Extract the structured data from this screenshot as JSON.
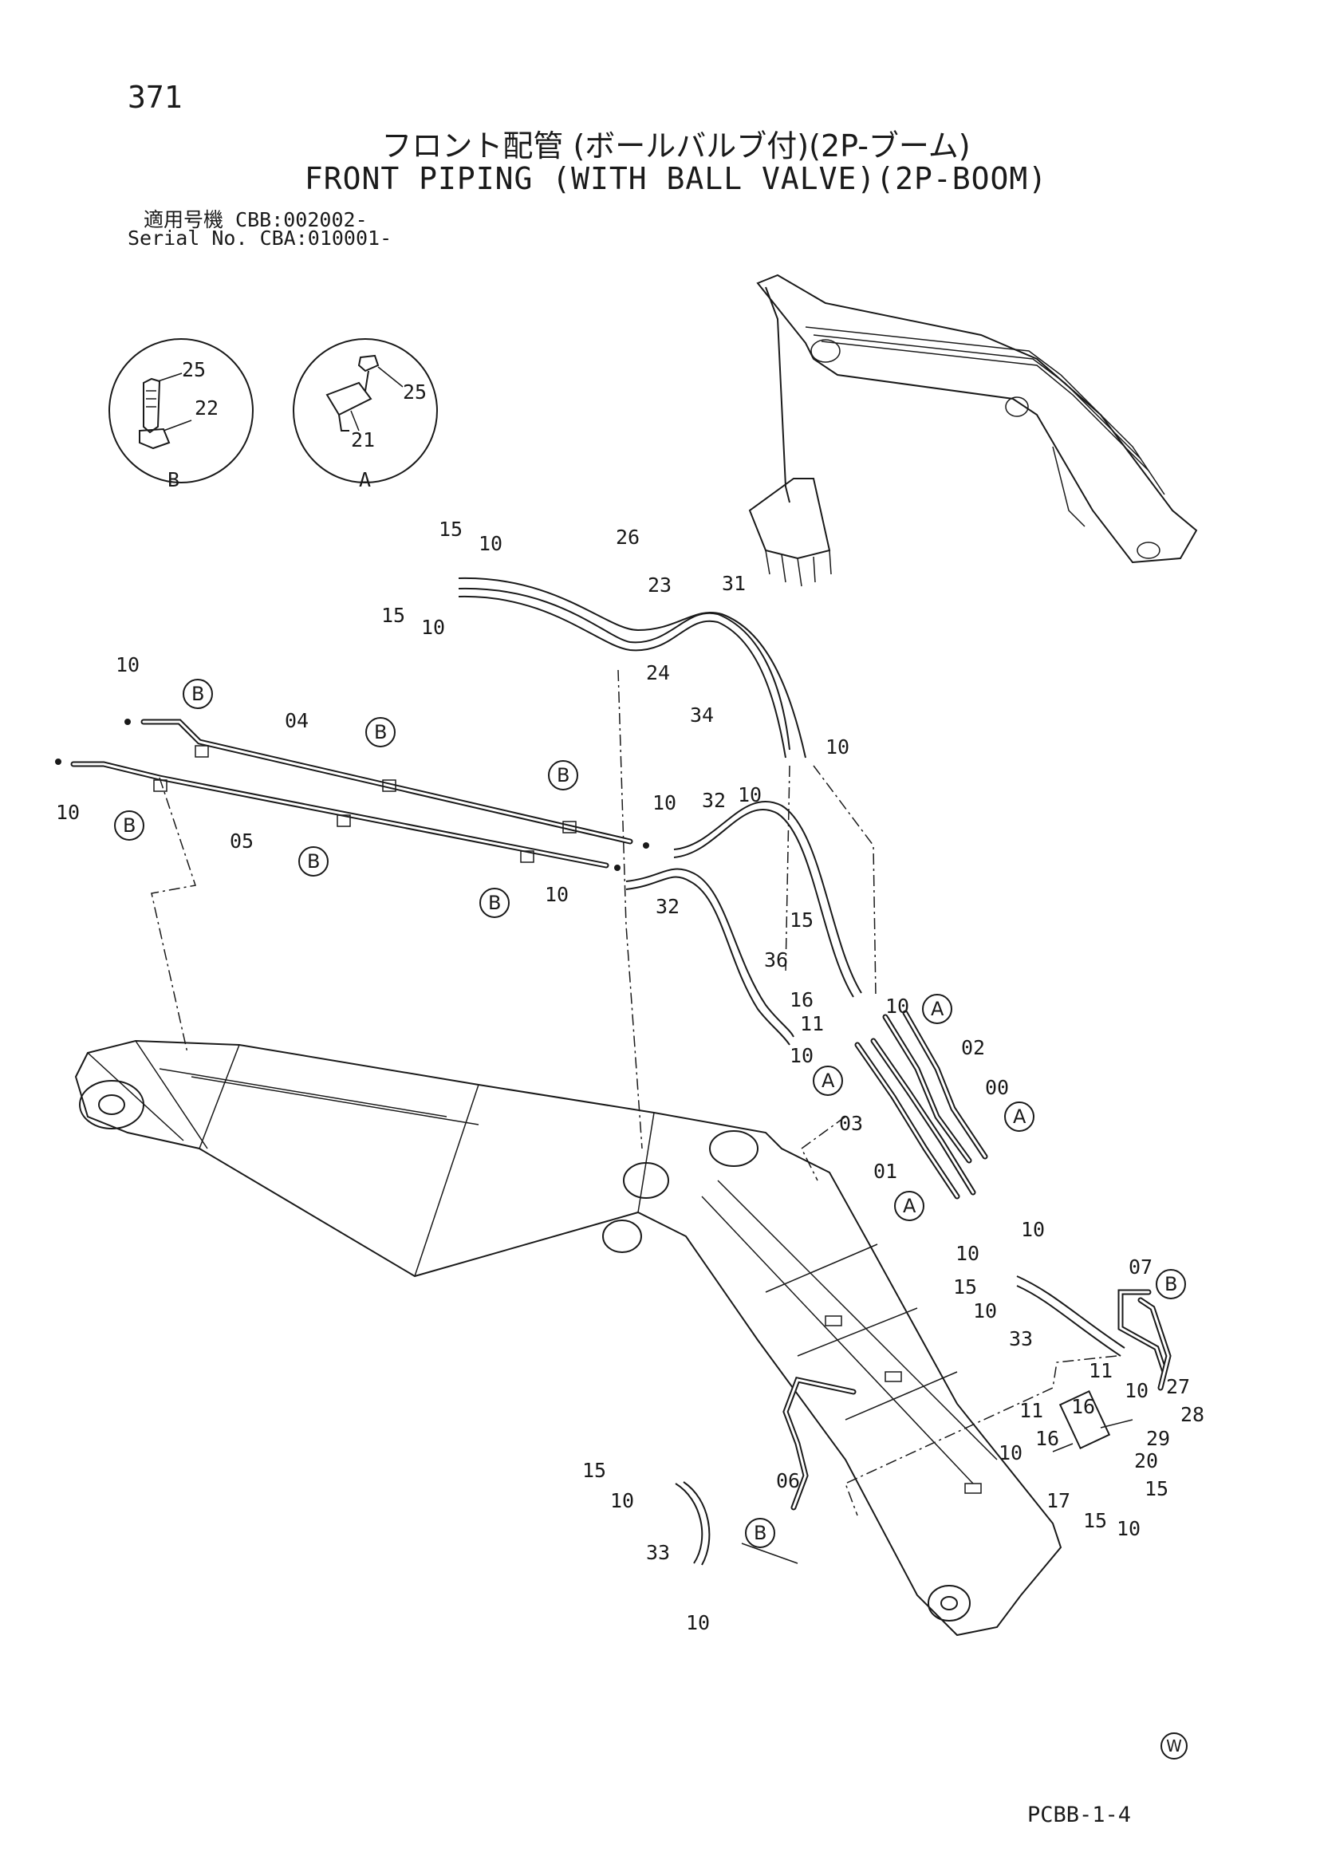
{
  "header": {
    "page_number": "371",
    "title_jp": "フロント配管 (ボールバルブ付)(2P-ブーム)",
    "title_en": "FRONT PIPING (WITH BALL VALVE)(2P-BOOM)",
    "serial_line_1": "適用号機  CBB:002002-",
    "serial_line_2": "Serial No. CBA:010001-"
  },
  "footer": {
    "doc_code": "PCBB-1-4",
    "mark": "W"
  },
  "detail_views": [
    {
      "id": "B",
      "label": "B",
      "parts": [
        "25",
        "22"
      ]
    },
    {
      "id": "A",
      "label": "A",
      "parts": [
        "25",
        "21"
      ]
    }
  ],
  "callouts": {
    "c00": "00",
    "c01": "01",
    "c02": "02",
    "c03": "03",
    "c04": "04",
    "c05": "05",
    "c06": "06",
    "c07": "07",
    "c10": "10",
    "c11": "11",
    "c15": "15",
    "c16": "16",
    "c17": "17",
    "c20": "20",
    "c21": "21",
    "c22": "22",
    "c23": "23",
    "c24": "24",
    "c25": "25",
    "c26": "26",
    "c27": "27",
    "c28": "28",
    "c29": "29",
    "c31": "31",
    "c32": "32",
    "c33": "33",
    "c34": "34",
    "c36": "36"
  },
  "clamp_labels": {
    "a": "A",
    "b": "B"
  }
}
